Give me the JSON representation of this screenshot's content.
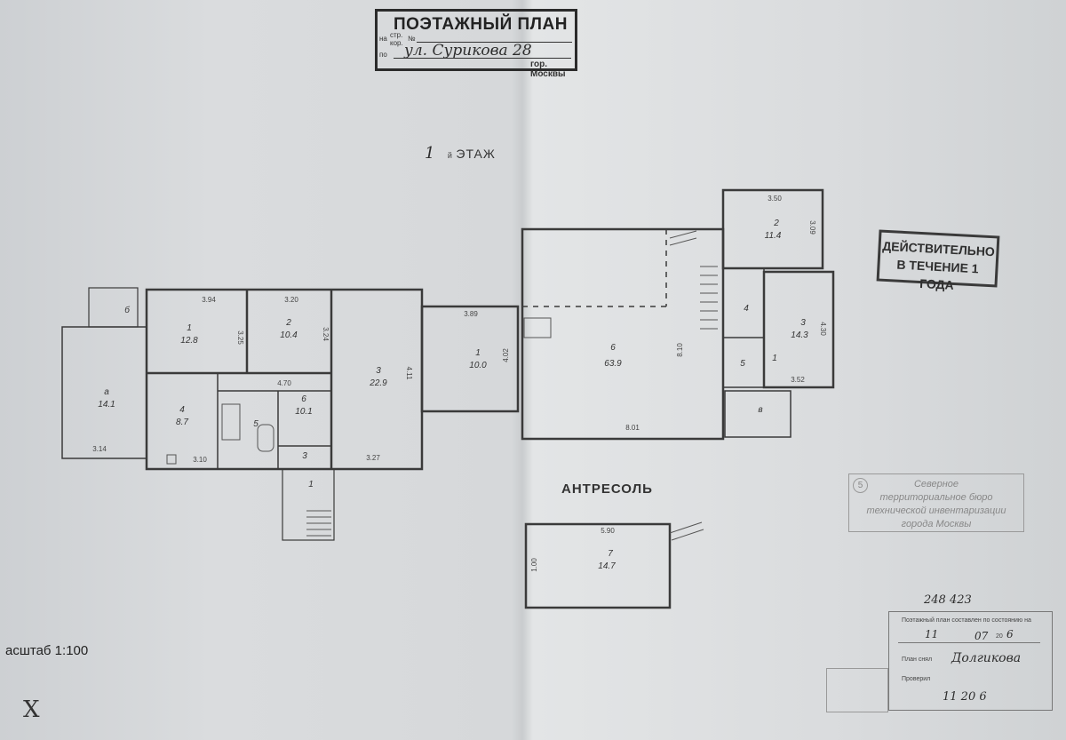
{
  "header_stamp": {
    "title": "ПОЭТАЖНЫЙ ПЛАН",
    "str_label": "стр.",
    "na_label": "на",
    "kor_label": "кор.",
    "no_label": "№",
    "po_label": "по",
    "street_hand": "ул. Сурикова 28",
    "city": "гор. Москвы"
  },
  "floor_title": {
    "number_hand": "1",
    "suffix": "й",
    "label": "ЭТАЖ"
  },
  "validity_stamp": {
    "line1": "ДЕЙСТВИТЕЛЬНО",
    "line2": "В ТЕЧЕНИЕ 1 ГОДА"
  },
  "bureau_stamp": {
    "number": "5",
    "line1": "Северное",
    "line2": "территориальное бюро",
    "line3": "технической инвентаризации",
    "line4": "города Москвы"
  },
  "mezzanine_title": "АНТРЕСОЛЬ",
  "scale_label": "асштаб 1:100",
  "inventory_number": "248 423",
  "bottom_stamp": {
    "line1": "Поэтажный план составлен по состоянию на",
    "date_day": "11",
    "date_month": "07",
    "date_year": "6",
    "date_suffix": "20",
    "plan_by": "План снял",
    "plan_by_name": "Долгикова",
    "checked": "Проверил",
    "check_date": "11 20 6"
  },
  "corner_mark": "X",
  "rooms": {
    "left": [
      {
        "num": "а",
        "area": "14.1"
      },
      {
        "num": "б",
        "area": ""
      },
      {
        "num": "1",
        "area": "12.8"
      },
      {
        "num": "2",
        "area": "10.4"
      },
      {
        "num": "3",
        "area": "22.9"
      },
      {
        "num": "4",
        "area": "8.7"
      },
      {
        "num": "5",
        "area": ""
      },
      {
        "num": "6",
        "area": "10.1"
      },
      {
        "num": "3",
        "area": ""
      },
      {
        "num": "1",
        "area": ""
      },
      {
        "num": "1",
        "area": "10.0"
      }
    ],
    "right": [
      {
        "num": "6",
        "area": "63.9"
      },
      {
        "num": "2",
        "area": "11.4"
      },
      {
        "num": "3",
        "area": "14.3"
      },
      {
        "num": "4",
        "area": ""
      },
      {
        "num": "5",
        "area": ""
      },
      {
        "num": "1",
        "area": ""
      },
      {
        "num": "в",
        "area": ""
      }
    ],
    "mezzanine": [
      {
        "num": "7",
        "area": "14.7"
      }
    ]
  },
  "dimensions": {
    "d394": "3.94",
    "d320": "3.20",
    "d325": "3.25",
    "d324": "3.24",
    "d411": "4.11",
    "d470": "4.70",
    "d310": "3.10",
    "d327": "3.27",
    "d314": "3.14",
    "d389": "3.89",
    "d402": "4.02",
    "d810": "8.10",
    "d801": "8.01",
    "d350": "3.50",
    "d309": "3.09",
    "d430": "4.30",
    "d352": "3.52",
    "d590": "5.90",
    "d100": "1.00"
  }
}
